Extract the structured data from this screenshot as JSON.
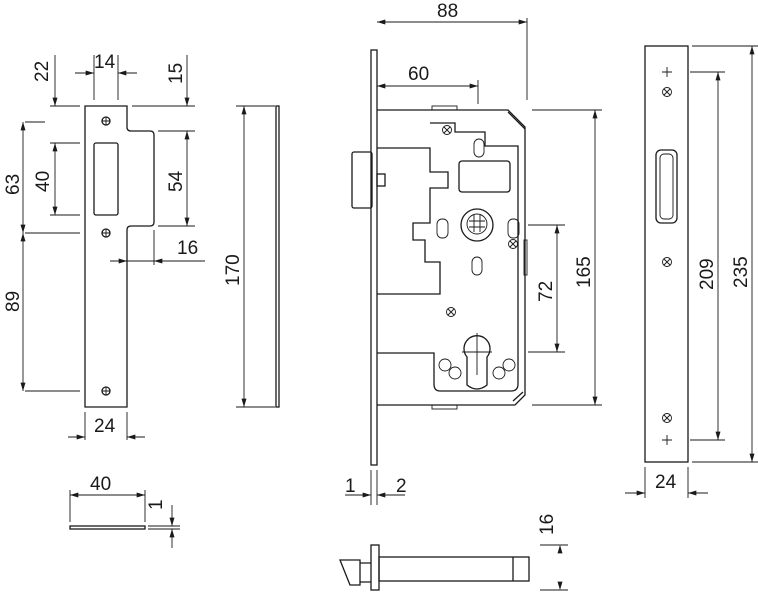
{
  "strike_plate": {
    "width": "14",
    "top_offset": "22",
    "right_offset": "15",
    "upper_span": "63",
    "slot_height": "40",
    "lip_height": "54",
    "lip_depth": "16",
    "lower_span": "89",
    "length": "170",
    "plate_width": "24"
  },
  "strike_section": {
    "width": "40",
    "thickness": "1"
  },
  "lock_body": {
    "overall_depth": "88",
    "backset": "60",
    "height": "165",
    "center_distance": "72",
    "faceplate_thickness": "1",
    "gap": "2"
  },
  "bolt_section": {
    "height": "16"
  },
  "faceplate": {
    "screw_spacing": "209",
    "length": "235",
    "width": "24"
  },
  "colors": {
    "line": "#1a1a1a",
    "background": "#ffffff"
  }
}
